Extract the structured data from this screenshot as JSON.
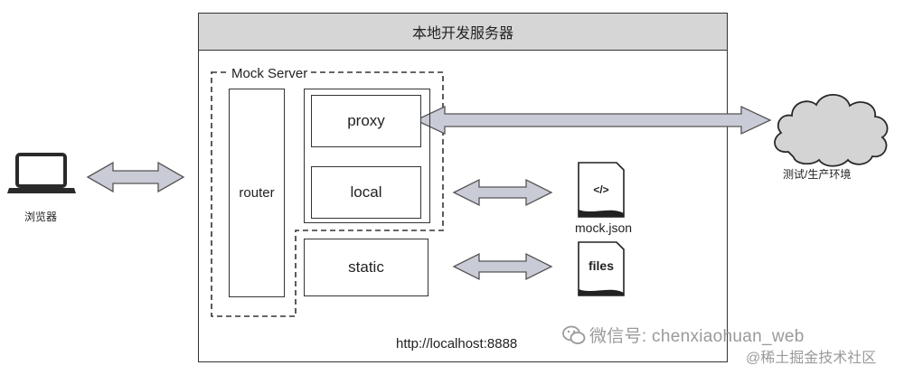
{
  "server": {
    "title": "本地开发服务器",
    "mock_server_label": "Mock Server",
    "address": "http://localhost:8888"
  },
  "components": {
    "router": "router",
    "proxy": "proxy",
    "local": "local",
    "static": "static"
  },
  "files": {
    "mock_json_label": "mock.json",
    "mock_json_icon_text": "</>",
    "files_label": "files"
  },
  "external": {
    "browser_label": "浏览器",
    "cloud_label": "测试/生产环境"
  },
  "watermarks": {
    "wechat": "微信号: chenxiaohuan_web",
    "juejin": "@稀土掘金技术社区"
  },
  "colors": {
    "arrow_fill": "#c9cbd6",
    "arrow_stroke": "#555555",
    "titlebar": "#d6d6d6",
    "watermark": "#9a9a9a"
  },
  "icons": {
    "browser": "laptop-icon",
    "cloud": "cloud-icon",
    "mock_json": "document-code-icon",
    "files": "document-icon",
    "wechat": "wechat-icon"
  }
}
